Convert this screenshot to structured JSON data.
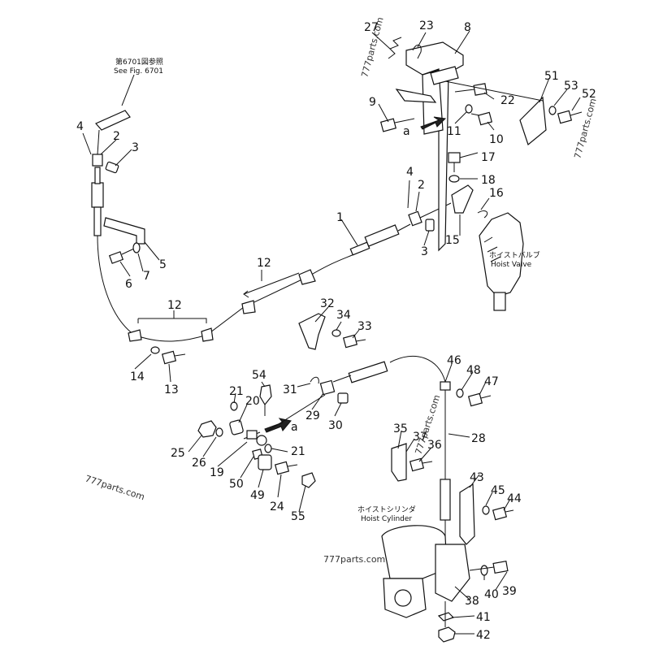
{
  "labels": [
    "1",
    "2",
    "3",
    "4",
    "5",
    "6",
    "7",
    "8",
    "9",
    "10",
    "11",
    "12",
    "13",
    "14",
    "15",
    "16",
    "17",
    "18",
    "19",
    "20",
    "21",
    "22",
    "23",
    "24",
    "25",
    "26",
    "27",
    "28",
    "29",
    "30",
    "31",
    "32",
    "33",
    "34",
    "35",
    "36",
    "37",
    "38",
    "39",
    "40",
    "41",
    "42",
    "43",
    "44",
    "45",
    "46",
    "47",
    "48",
    "49",
    "50",
    "51",
    "52",
    "53",
    "54",
    "55",
    "a"
  ],
  "notes": {
    "ref_jp": "第6701図参照",
    "ref_en": "See Fig. 6701",
    "hoist_valve_jp": "ホイストバルブ",
    "hoist_valve_en": "Hoist Valve",
    "hoist_cylinder_jp": "ホイストシリンダ",
    "hoist_cylinder_en": "Hoist Cylinder"
  },
  "watermarks": [
    "777parts.com",
    "777parts.com",
    "777parts.com",
    "777parts.com",
    "777parts.com"
  ]
}
